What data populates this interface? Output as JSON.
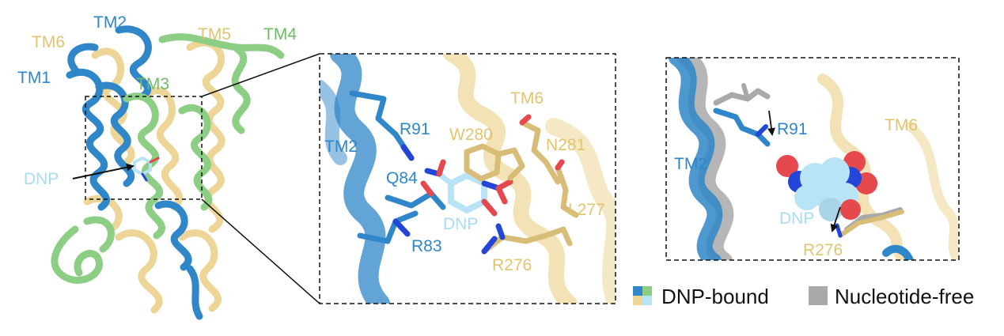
{
  "colors": {
    "tm_blue": "#2f86c8",
    "tm_green": "#8ccf84",
    "tm_wheat": "#ecd596",
    "dnp_light": "#b8e4f5",
    "nucleotide_free_gray": "#a9a9a9",
    "oxygen_red": "#e5484d",
    "nitrogen_blue": "#2346d8"
  },
  "overview": {
    "labels": {
      "tm1": "TM1",
      "tm2": "TM2",
      "tm3": "TM3",
      "tm4": "TM4",
      "tm5": "TM5",
      "tm6": "TM6",
      "dnp": "DNP"
    }
  },
  "closeup": {
    "labels": {
      "tm2": "TM2",
      "tm6": "TM6",
      "r91": "R91",
      "q84": "Q84",
      "r83": "R83",
      "w280": "W280",
      "n281": "N281",
      "l277": "L277",
      "r276": "R276",
      "dnp": "DNP"
    }
  },
  "comparison": {
    "labels": {
      "tm2": "TM2",
      "tm6": "TM6",
      "r91": "R91",
      "r276": "R276",
      "dnp": "DNP"
    }
  },
  "legend": {
    "dnp_bound": "DNP-bound",
    "nucleotide_free": "Nucleotide-free"
  }
}
